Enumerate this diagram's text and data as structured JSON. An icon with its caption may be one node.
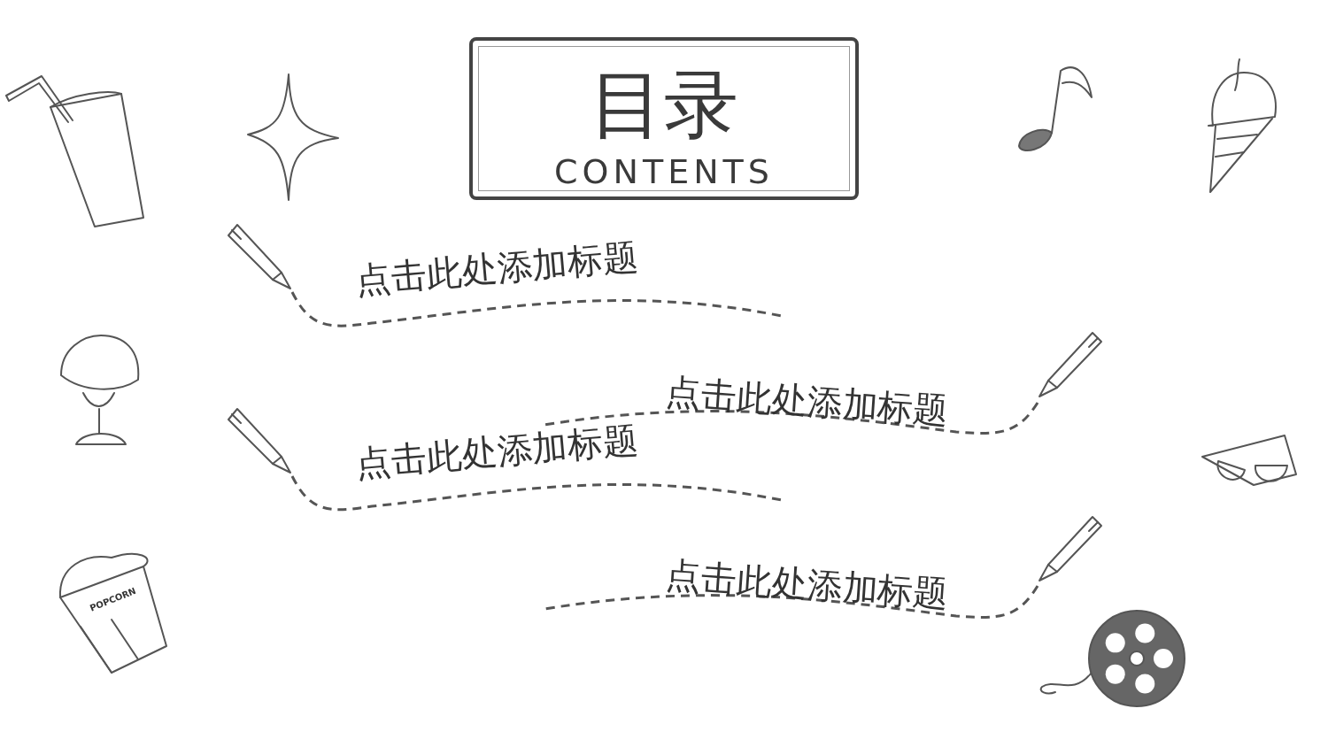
{
  "diagram": {
    "nodes": [
      {
        "text": [
          "目录",
          "CONTENTS"
        ]
      }
    ],
    "labels": [
      "点击此处添加标题",
      "点击此处添加标题",
      "点击此处添加标题",
      "点击此处添加标题",
      "POPCORN"
    ]
  }
}
